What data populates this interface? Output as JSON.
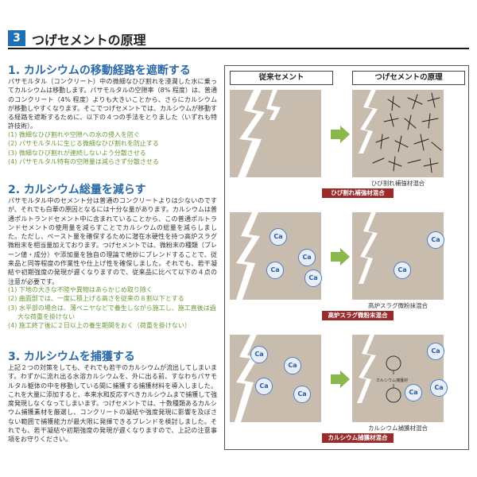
{
  "header": {
    "badge": "3",
    "title": "つげセメントの原理"
  },
  "section1": {
    "title": "1. カルシウムの移動経路を遮断する",
    "body": "パサモルタル（コンクリート）中の微細なひび割れを浸潤した水に乗ってカルシウムは移動します。パサモルタルの空隙率（8% 程度）は、普通のコンクリート（4% 程度）よりも大きいことから、さらにカルシウムが移動しやすくなります。そこでつげセメントでは、カルシウムが移動する経路を遮断するために、以下の４つの手法をとりました（いずれも特許技術）。",
    "items": [
      "(1) 微細なひび割れや空隙への水の侵入を防ぐ",
      "(2) パサモルタルに生じる微細なひび割れを防止する",
      "(3) 微細なひび割れが連続しないよう分散させる",
      "(4) パサモルタル特有の空隙量は減らさず分散させる"
    ]
  },
  "section2": {
    "title": "2. カルシウム総量を減らす",
    "body": "パサモルタル中のセメント分は普通のコンクリートよりは少ないのですが、それでも白華の原因となるには十分な量があります。カルシウムは普通ポルトランドセメント中に含まれていることから、この普通ポルトランドセメントの使用量を減らすことでカルシウムの総量を減らしました。ただし、ペースト量を確保するために潜在水硬性を持つ高炉スラグ微粉末を相当量加えております。つげセメントでは、微粉末の種類（ブレーン値・成分）や添加量を独自の理論で絶妙にブレンドすることで、従来品と同等程度の作業性や仕上げ性を確保しました。それでも、若干凝結や初期強度の発現が遅くなりますので、従来品に比べて以下の４点の注意が必要です。",
    "items": [
      "(1) 下地の大きな不陸や異物はあらかじめ取り除く",
      "(2) 曲面部では、一度に積上げる高さを従来の８割以下とする",
      "(3) 水平部の場合は、薄ベニヤなどで養生しながら施工し、施工直後は過大な荷重を掛けない",
      "(4) 施工終了後に２日以上の養生期間をおく（荷重を掛けない）"
    ]
  },
  "section3": {
    "title": "3. カルシウムを捕獲する",
    "body": "上記２つの対策をしても、それでも若干のカルシウムが流出してしまいます。わずかに流れ出る水溶カルシウムを、外に出る前、すなわちパサモルタル躯体の中を移動している間に捕獲する捕獲材料を導入しました。これを大量に添加すると、本来水和反応すべきカルシウムまで捕獲して強度発現しなくなってしまいます。つげセメントでは、十数種類あるカルシウム捕獲素材を厳選し、コンクリートの凝結や強度発現に影響を及ぼさない範囲で捕獲能力が最大限に発揮できるブレンドを検討しました。それでも、若干凝結や初期強度の発現が遅くなりますので、上記の注意事項をお守りください。"
  },
  "figure": {
    "col_left": "従来セメント",
    "col_right": "つげセメントの原理",
    "row1_right_caption": "ひび割れ補強材混合",
    "row1_red_label": "ひび割れ補強材混合",
    "row2_right_caption": "高炉スラグ微粉抹混合",
    "row2_red_label": "高炉スラグ微粉末混合",
    "row3_right_caption": "カルシウム捕獲材混合",
    "row3_red_label": "カルシウム捕獲材混合",
    "capture_label": "カルシウム捕獲材",
    "ca": "Ca",
    "colors": {
      "concrete": "#c8bcae",
      "red_label": "#9b2b2b",
      "ca_ring": "#4f7fc4",
      "arrow": "#8ab84a"
    }
  }
}
